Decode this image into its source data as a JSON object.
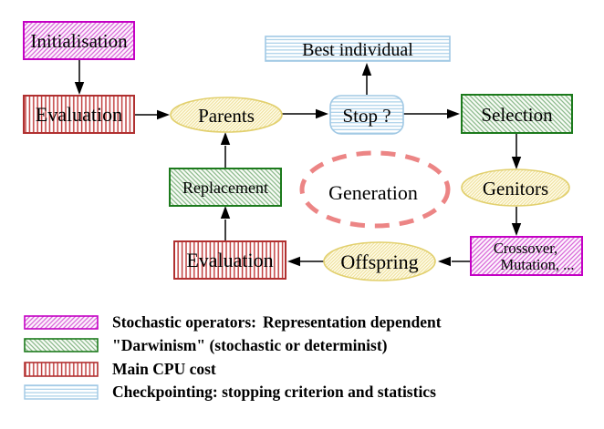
{
  "diagram": {
    "nodes": {
      "initialisation": "Initialisation",
      "evaluation_top": "Evaluation",
      "parents": "Parents",
      "best_individual": "Best individual",
      "stop": "Stop ?",
      "selection": "Selection",
      "genitors": "Genitors",
      "crossover_line1": "Crossover,",
      "crossover_line2": "Mutation, ...",
      "offspring": "Offspring",
      "evaluation_bottom": "Evaluation",
      "replacement": "Replacement",
      "generation": "Generation"
    },
    "colors": {
      "magenta": "#c400c4",
      "red": "#b03030",
      "green": "#1c7a1c",
      "blue": "#a0c8e4",
      "yellow": "#e2d06e",
      "salmon": "#ec8585",
      "arrow": "#000000"
    }
  },
  "legend": {
    "items": [
      {
        "swatch": "magenta-hatch",
        "parts": [
          {
            "text": "Stochastic operators:",
            "color": "#cc00cc"
          },
          {
            "text": "Representation dependent",
            "color": "#e9c43c"
          }
        ]
      },
      {
        "swatch": "green-hatch",
        "parts": [
          {
            "text": "\"Darwinism\" (stochastic or determinist)",
            "color": "#0a7a0a"
          }
        ]
      },
      {
        "swatch": "red-stripes",
        "parts": [
          {
            "text": "Main CPU cost",
            "color": "#cc2222"
          }
        ]
      },
      {
        "swatch": "blue-stripes",
        "parts": [
          {
            "text": "Checkpointing: stopping criterion and statistics",
            "color": "#9ccae8"
          }
        ]
      }
    ]
  }
}
